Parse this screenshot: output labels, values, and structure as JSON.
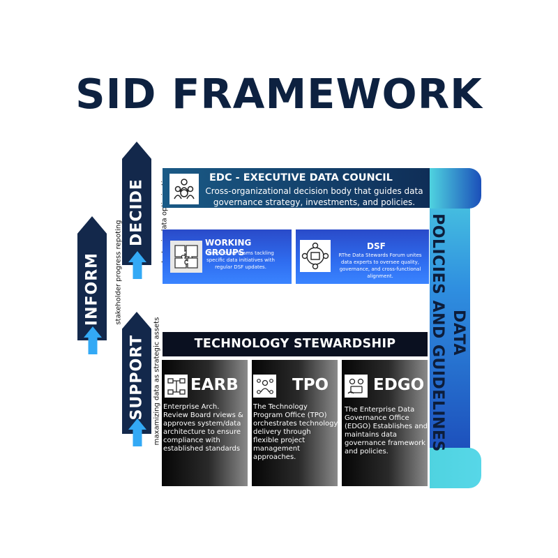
{
  "title": "SID FRAMEWORK",
  "arrows": {
    "decide": {
      "label": "DECIDE",
      "side_text": "strategic data optimization"
    },
    "inform": {
      "label": "INFORM",
      "side_text": "stakeholder progress repoting"
    },
    "support": {
      "label": "SUPPORT",
      "side_text": "maxamizing data as strategic assets"
    }
  },
  "right_column": {
    "line1": "DATA",
    "line2": "POLICIES AND GUIDELINES"
  },
  "edc": {
    "title": "EDC - EXECUTIVE DATA COUNCIL",
    "desc": "Cross-organizational decision body that guides data governance strategy, investments, and policies."
  },
  "working_groups": {
    "title": "WORKING GROUPS",
    "desc": "Time-bound teams tackling specific data initiatives with regular DSF updates."
  },
  "dsf": {
    "title": "DSF",
    "desc": "RThe Data Stewards Forum unites data experts to oversee quality, governance, and cross-functional alignment."
  },
  "technology": {
    "title": "TECHNOLOGY STEWARDSHIP"
  },
  "earb": {
    "name": "EARB",
    "desc": "Enterprise Arch. Review Board rviews & approves system/data architecture to ensure compliance with established standards"
  },
  "tpo": {
    "name": "TPO",
    "desc": "The Technology Program Office (TPO) orchestrates technology delivery through flexible project management approaches."
  },
  "edgo": {
    "name": "EDGO",
    "desc": "The Enterprise Data Governance Office (EDGO) Establishes and maintains data governance framework and policies."
  },
  "colors": {
    "navy": "#13284b",
    "light_blue": "#33a9f5",
    "edc_blue": "#0f2e57",
    "box_blue": "#2f6df0"
  }
}
